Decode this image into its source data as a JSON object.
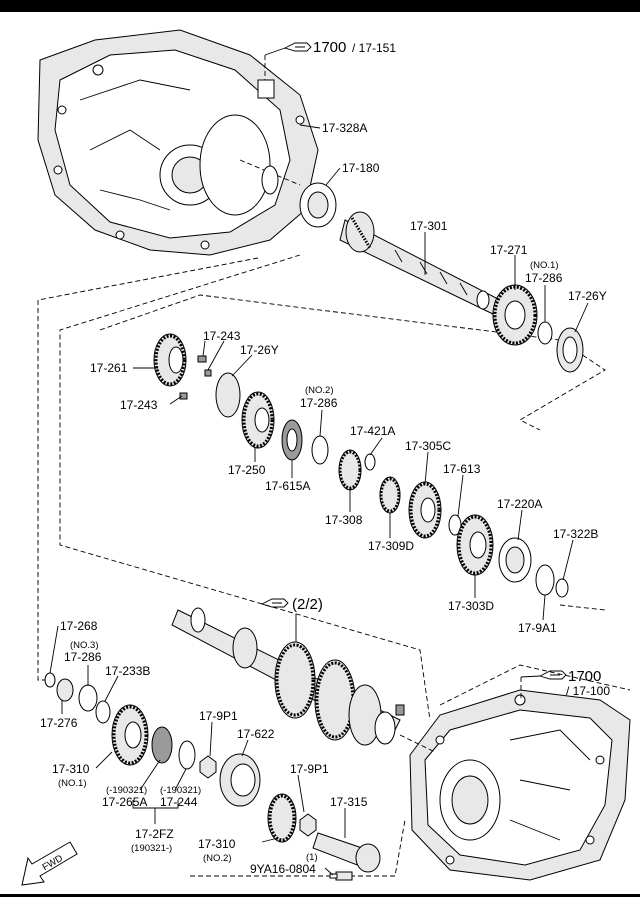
{
  "refs": {
    "top": {
      "main": "1700",
      "sub": "/ 17-151"
    },
    "mid": {
      "main": "(2/2)"
    },
    "right": {
      "main": "1700",
      "sub": "/ 17-100"
    }
  },
  "labels": {
    "l328A": "17-328A",
    "l180": "17-180",
    "l301": "17-301",
    "l271": "17-271",
    "l286a_note": "(NO.1)",
    "l286a": "17-286",
    "l26Ya": "17-26Y",
    "l243a": "17-243",
    "l261": "17-261",
    "l26Yb": "17-26Y",
    "l243b": "17-243",
    "l286b_note": "(NO.2)",
    "l286b": "17-286",
    "l421A": "17-421A",
    "l305C": "17-305C",
    "l613": "17-613",
    "l250": "17-250",
    "l615A": "17-615A",
    "l308": "17-308",
    "l309D": "17-309D",
    "l220A": "17-220A",
    "l322B": "17-322B",
    "l303D": "17-303D",
    "l9A1": "17-9A1",
    "l268": "17-268",
    "l286c_note": "(NO.3)",
    "l286c": "17-286",
    "l233B": "17-233B",
    "l276": "17-276",
    "l310a": "17-310",
    "l310a_note": "(NO.1)",
    "l9P1a": "17-9P1",
    "l622": "17-622",
    "l265A_note": "(-190321)",
    "l265A": "17-265A",
    "l244_note": "(-190321)",
    "l244": "17-244",
    "l2FZ": "17-2FZ",
    "l2FZ_note": "(190321-)",
    "l9P1b": "17-9P1",
    "l315": "17-315",
    "l310b": "17-310",
    "l310b_note": "(NO.2)",
    "l0804_qty": "(1)",
    "l0804": "9YA16-0804"
  },
  "fwd": "FWD"
}
